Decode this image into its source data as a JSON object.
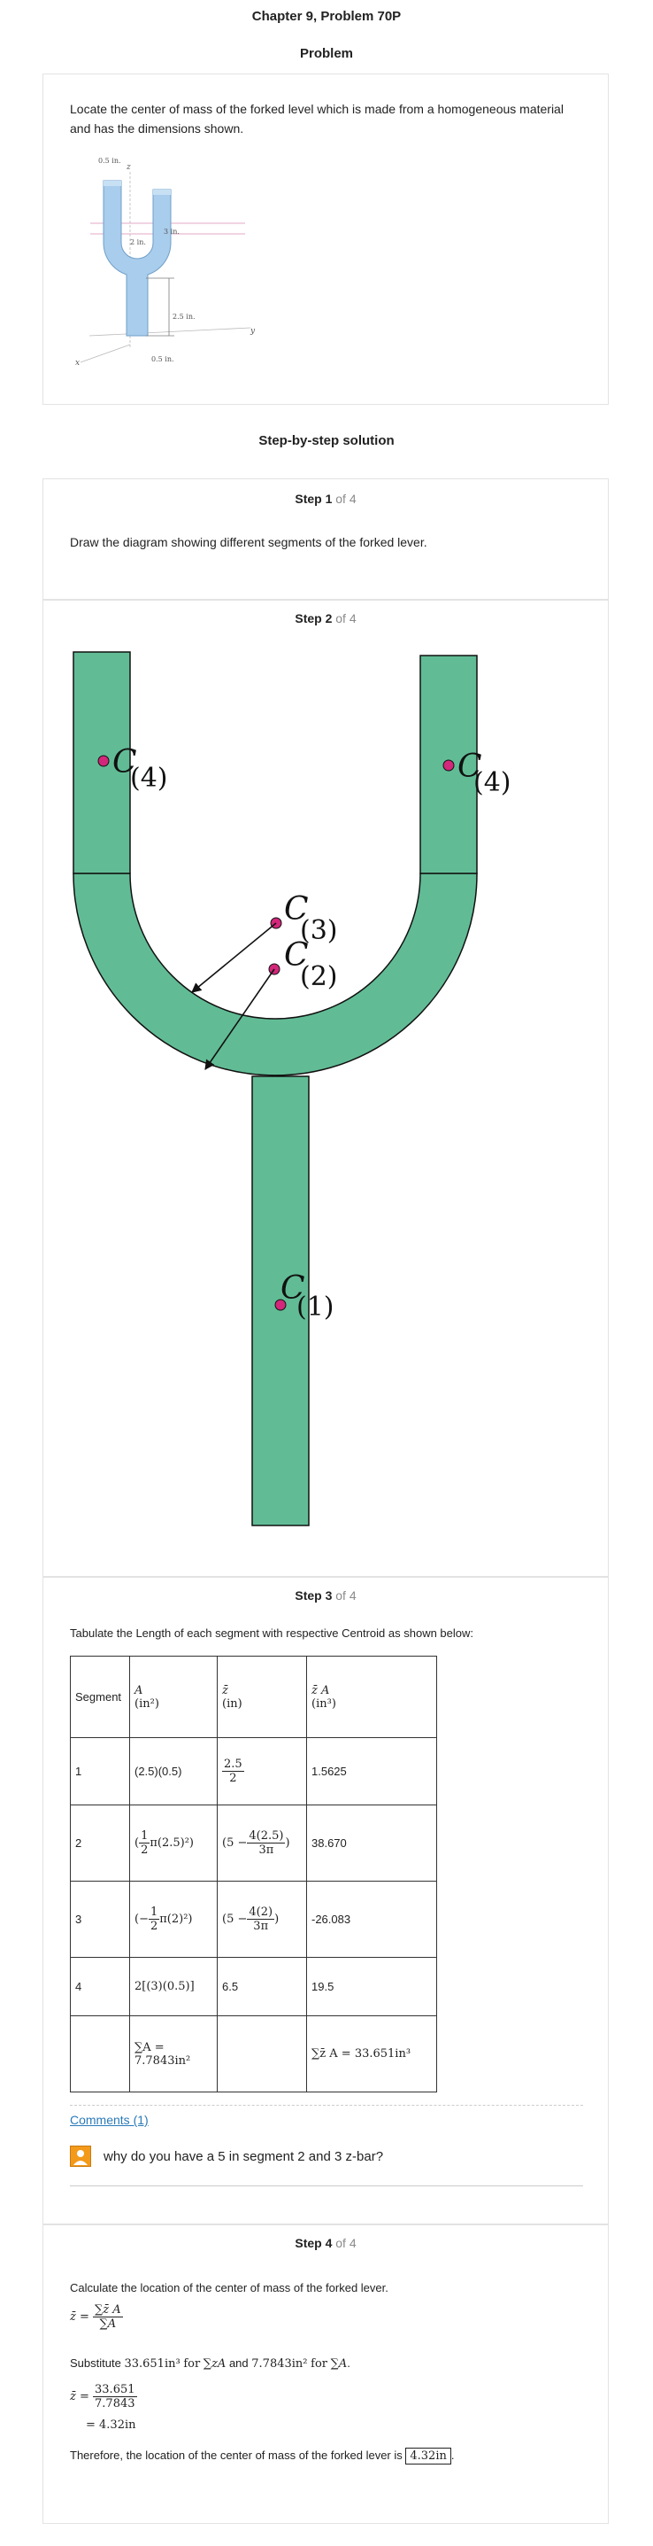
{
  "page_title": "Chapter 9, Problem 70P",
  "problem_heading": "Problem",
  "problem_text": "Locate the center of mass of the forked level which is made from a homogeneous material and has the dimensions shown.",
  "figure_labels": {
    "dim_05": "0.5 in.",
    "dim_3": "3 in.",
    "dim_2": "2 in.",
    "dim_25": "2.5 in.",
    "dim_05b": "0.5 in.",
    "ax_x": "x",
    "ax_y": "y",
    "ax_z": "z"
  },
  "solution_heading": "Step-by-step solution",
  "steps": [
    {
      "label": "Step 1",
      "of": "of 4",
      "text": "Draw the diagram showing different segments of the forked lever."
    },
    {
      "label": "Step 2",
      "of": "of 4"
    },
    {
      "label": "Step 3",
      "of": "of 4",
      "text": "Tabulate the Length of each segment with respective Centroid as shown below:"
    },
    {
      "label": "Step 4",
      "of": "of 4",
      "text": "Calculate the location of the center of mass of the forked lever."
    }
  ],
  "diagram_labels": {
    "c_letter": "C",
    "c4": "(4)",
    "c3": "(3)",
    "c2": "(2)",
    "c1": "(1)"
  },
  "table": {
    "headers": [
      "Segment",
      "A",
      "(in²)",
      "z̄",
      "(in)",
      "z̄ A",
      "(in³)"
    ],
    "rows": [
      {
        "seg": "1",
        "area": "(2.5)(0.5)",
        "zbar_num": "2.5",
        "zbar_den": "2",
        "za": "1.5625"
      },
      {
        "seg": "2",
        "area_pre": "(",
        "area_frac_n": "1",
        "area_frac_d": "2",
        "area_post": "π(2.5)²)",
        "zbar_pre": "(5 −",
        "zbar_num": "4(2.5)",
        "zbar_den": "3π",
        "zbar_post": ")",
        "za": "38.670"
      },
      {
        "seg": "3",
        "area_pre": "(−",
        "area_frac_n": "1",
        "area_frac_d": "2",
        "area_post": "π(2)²)",
        "zbar_pre": "(5 −",
        "zbar_num": "4(2)",
        "zbar_den": "3π",
        "zbar_post": ")",
        "za": "-26.083"
      },
      {
        "seg": "4",
        "area": "2[(3)(0.5)]",
        "zbar": "6.5",
        "za": "19.5"
      }
    ],
    "sum_a_label": "∑A =",
    "sum_a_value": "7.7843in²",
    "sum_za_label": "∑z̄ A",
    "sum_za_value": "= 33.651in³"
  },
  "comments_link": "Comments (1)",
  "comment_text": "why do you have a 5 in segment 2 and 3 z-bar?",
  "step4": {
    "formula_lhs": "z̄ =",
    "formula_num": "∑z̄ A",
    "formula_den": "∑A",
    "substitute_prefix": "Substitute",
    "sub_val1": "33.651in³",
    "sub_for1": "for",
    "sub_sym1": "∑zA",
    "sub_and": "and",
    "sub_val2": "7.7843in²",
    "sub_for2": "for",
    "sub_sym2": "∑A",
    "sub_end": ".",
    "calc_lhs": "z̄ =",
    "calc_num": "33.651",
    "calc_den": "7.7843",
    "calc_result": "= 4.32in",
    "conclusion_prefix": "Therefore, the location of the center of mass of the forked lever is",
    "conclusion_value": "4.32in",
    "conclusion_end": "."
  },
  "colors": {
    "lever_fill": "#61bc95",
    "dot": "#d2277a",
    "link": "#2a7ab8",
    "border": "#e3e3e3"
  }
}
